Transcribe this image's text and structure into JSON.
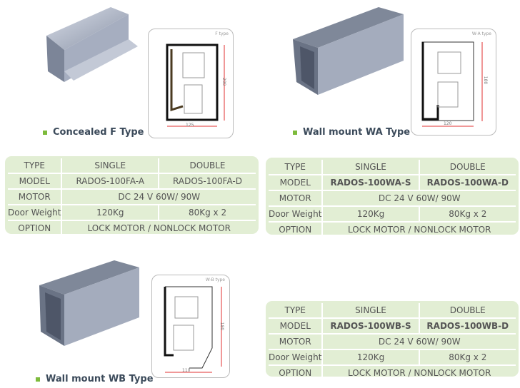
{
  "sections": [
    {
      "label": "Concealed  F Type",
      "diagram": {
        "type_label": "F type",
        "width_dim": "125",
        "height_dim": "200"
      },
      "table": {
        "rows": [
          {
            "header": "TYPE",
            "single": "SINGLE",
            "double": "DOUBLE"
          },
          {
            "header": "MODEL",
            "single": "RADOS-100FA-A",
            "double": "RADOS-100FA-D"
          },
          {
            "header": "MOTOR",
            "merged": "DC 24 V 60W/ 90W"
          },
          {
            "header": "Door Weight",
            "single": "120Kg",
            "double": "80Kg x 2"
          },
          {
            "header": "OPTION",
            "merged": "LOCK MOTOR / NONLOCK MOTOR"
          }
        ]
      }
    },
    {
      "label": "Wall mount  WA Type",
      "diagram": {
        "type_label": "W-A type",
        "width_dim": "120",
        "height_dim": "180"
      },
      "table": {
        "rows": [
          {
            "header": "TYPE",
            "single": "SINGLE",
            "double": "DOUBLE"
          },
          {
            "header": "MODEL",
            "single": "RADOS-100WA-S",
            "double": "RADOS-100WA-D"
          },
          {
            "header": "MOTOR",
            "merged": "DC 24 V 60W/ 90W"
          },
          {
            "header": "Door Weight",
            "single": "120Kg",
            "double": "80Kg x 2"
          },
          {
            "header": "OPTION",
            "merged": "LOCK MOTOR / NONLOCK MOTOR"
          }
        ]
      }
    },
    {
      "label": "Wall mount  WB Type",
      "diagram": {
        "type_label": "W-B type",
        "width_dim": "110",
        "height_dim": "180"
      },
      "table": {
        "rows": [
          {
            "header": "TYPE",
            "single": "SINGLE",
            "double": "DOUBLE"
          },
          {
            "header": "MODEL",
            "single": "RADOS-100WB-S",
            "double": "RADOS-100WB-D"
          },
          {
            "header": "MOTOR",
            "merged": "DC 24 V 60W/ 90W"
          },
          {
            "header": "Door Weight",
            "single": "120Kg",
            "double": "80Kg x 2"
          },
          {
            "header": "OPTION",
            "merged": "LOCK MOTOR / NONLOCK MOTOR"
          }
        ]
      }
    }
  ],
  "colors": {
    "table_bg": "#e2eed4",
    "bullet": "#7dbb3c",
    "dimension_line": "#e03030"
  }
}
